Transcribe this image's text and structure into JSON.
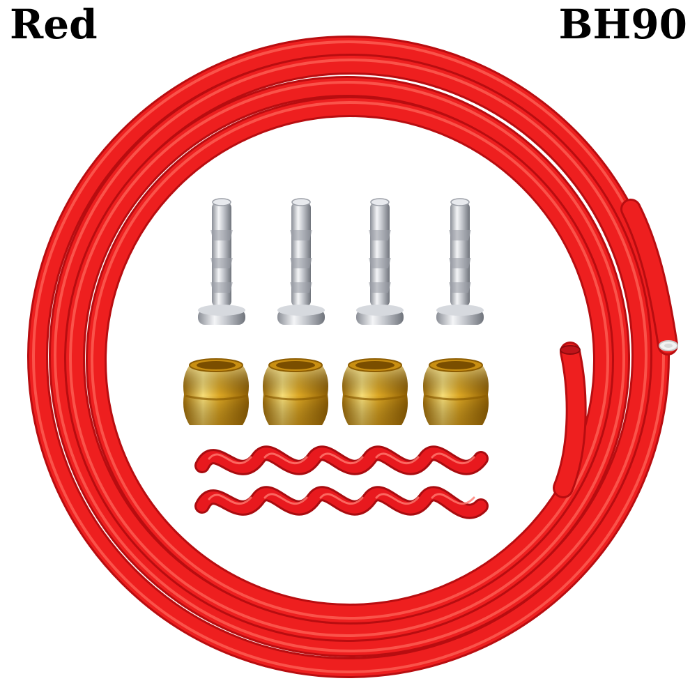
{
  "labels": {
    "color": "Red",
    "model": "BH90"
  },
  "colors": {
    "hose": "#ee1f1f",
    "hose_highlight": "#ff6a5c",
    "hose_shadow": "#b80d10",
    "brass": "#d9a520",
    "brass_light": "#fbe88a",
    "steel": "#c9ccd2",
    "spiral": "#e8191e"
  },
  "parts": {
    "insert_pins": 4,
    "brass_olives": 4,
    "spiral_guards": 2
  }
}
